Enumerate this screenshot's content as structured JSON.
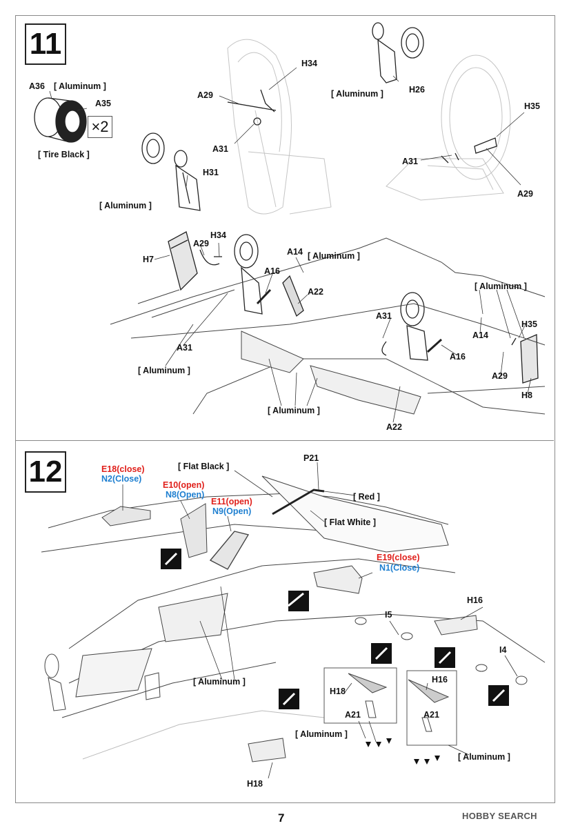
{
  "page_number": "7",
  "watermark": "HOBBY SEARCH",
  "step11": {
    "number": "11",
    "multiplier": "×2",
    "labels": {
      "a36": "A36",
      "aluminum_a36": "[ Aluminum ]",
      "a35": "A35",
      "tire_black": "[ Tire Black ]",
      "a29_top": "A29",
      "h34_top": "H34",
      "a31_top": "A31",
      "h31": "H31",
      "aluminum_h31": "[ Aluminum ]",
      "aluminum_h26": "[ Aluminum ]",
      "h26": "H26",
      "h35_top": "H35",
      "a31_right": "A31",
      "a29_right": "A29",
      "h7": "H7",
      "a29_mid": "A29",
      "h34_mid": "H34",
      "a14_left": "A14",
      "aluminum_mid": "[ Aluminum ]",
      "a16_left": "A16",
      "a22_left": "A22",
      "a31_left": "A31",
      "aluminum_left": "[ Aluminum ]",
      "aluminum_right": "[ Aluminum ]",
      "a31_mid": "A31",
      "a14_right": "A14",
      "h35_mid": "H35",
      "a16_right": "A16",
      "a29_low": "A29",
      "h8": "H8",
      "aluminum_bottom": "[ Aluminum ]",
      "a22_bottom": "A22"
    }
  },
  "step12": {
    "number": "12",
    "labels": {
      "flat_black": "[ Flat Black ]",
      "p21": "P21",
      "red": "[ Red ]",
      "flat_white": "[ Flat White ]",
      "e18": "E18(close)",
      "n2": "N2(Close)",
      "e10": "E10(open)",
      "n8": "N8(Open)",
      "e11": "E11(open)",
      "n9": "N9(Open)",
      "e19": "E19(close)",
      "n1": "N1(Close)",
      "h16_top": "H16",
      "i5": "I5",
      "i4": "I4",
      "h18_box": "H18",
      "h16_box": "H16",
      "a21_left": "A21",
      "a21_right": "A21",
      "aluminum_center": "[ Aluminum ]",
      "aluminum_box": "[ Aluminum ]",
      "aluminum_right": "[ Aluminum ]",
      "h18_bottom": "H18"
    }
  },
  "colors": {
    "red_text": "#e0201b",
    "blue_text": "#1e7fd0",
    "line": "#333333",
    "ghost": "#b8b8b8"
  }
}
